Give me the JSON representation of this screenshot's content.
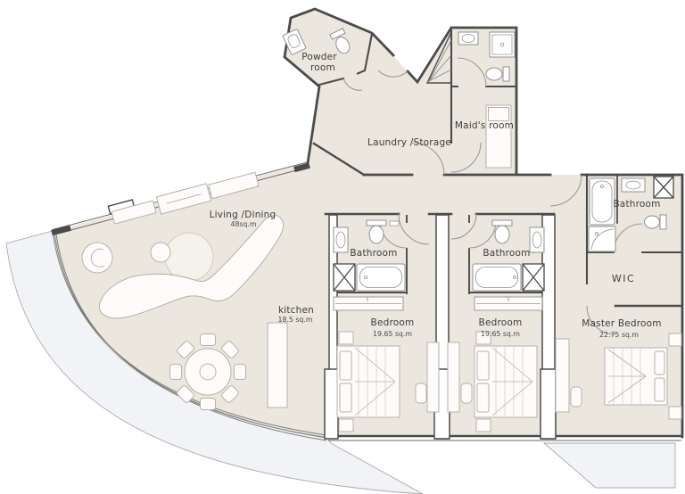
{
  "plan": {
    "title": "apartment-floor-plan",
    "labels": {
      "powder_room_1": "Powder",
      "powder_room_2": "room",
      "laundry": "Laundry /Storage",
      "maids_room": "Maid's room",
      "living": "Living /Dining",
      "living_area": "48sq.m",
      "kitchen": "kitchen",
      "kitchen_area": "18.5 sq.m",
      "bathroom_1": "Bathroom",
      "bathroom_2": "Bathroom",
      "bathroom_master": "Bathroom",
      "bedroom_1": "Bedroom",
      "bedroom_1_area": "19.65 sq.m",
      "bedroom_2": "Bedroom",
      "bedroom_2_area": "19.65 sq.m",
      "master_bedroom": "Master Bedroom",
      "master_bedroom_area": "22.75 sq.m",
      "wic": "WIC"
    },
    "colors": {
      "floor": "#ece7de",
      "terrace": "#f2f3f6",
      "wall": "#4b4b4b",
      "furniture_fill": "#fdfcfa",
      "furniture_stroke": "#b6b1a9",
      "fixture_stroke": "#909090",
      "text": "#3d3d3d"
    }
  }
}
